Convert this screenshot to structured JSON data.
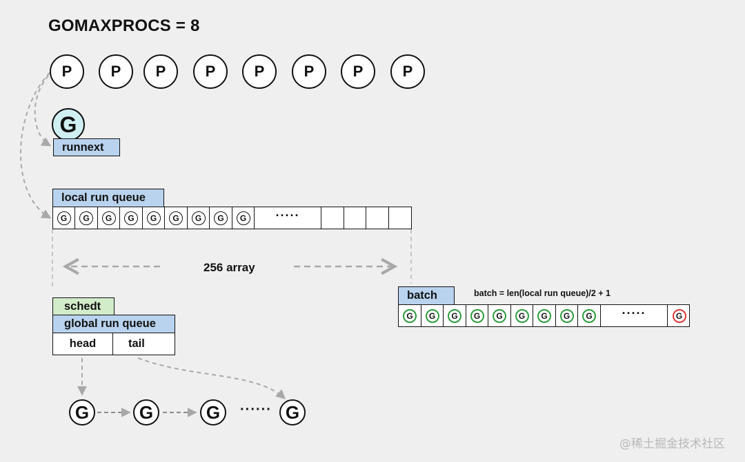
{
  "title": "GOMAXPROCS = 8",
  "processors": [
    "P",
    "P",
    "P",
    "P",
    "P",
    "P",
    "P",
    "P"
  ],
  "runnext": {
    "g_label": "G",
    "label": "runnext"
  },
  "local_run_queue": {
    "label": "local run queue",
    "items": [
      "G",
      "G",
      "G",
      "G",
      "G",
      "G",
      "G",
      "G",
      "G"
    ],
    "ellipsis": "·····",
    "array_label": "256 array"
  },
  "batch": {
    "label": "batch",
    "formula": "batch = len(local run queue)/2 + 1",
    "items": [
      "G",
      "G",
      "G",
      "G",
      "G",
      "G",
      "G",
      "G",
      "G"
    ],
    "ellipsis": "·····",
    "last_item": "G",
    "colors": {
      "green": "#2e9d3e",
      "red": "#e0383a"
    }
  },
  "schedt": {
    "label": "schedt",
    "global_label": "global run queue",
    "head": "head",
    "tail": "tail"
  },
  "global_list": {
    "nodes": [
      "G",
      "G",
      "G",
      "G"
    ],
    "ellipsis": "······"
  },
  "watermark": "@稀土掘金技术社区",
  "colors": {
    "background": "#efefef",
    "label_blue": "#b9d3ee",
    "label_green": "#d2ecc9",
    "g_highlight": "#cfeff2",
    "arrow_gray": "#a8a8a8"
  }
}
